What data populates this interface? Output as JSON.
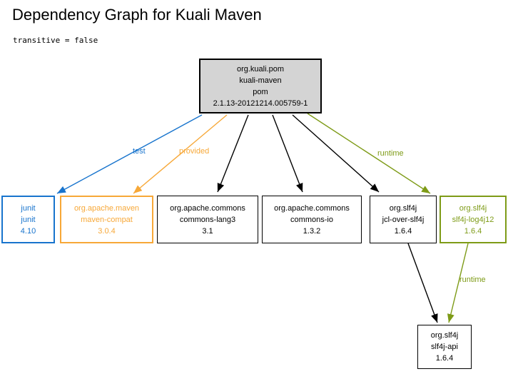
{
  "title": "Dependency Graph for Kuali Maven",
  "subtitle": "transitive = false",
  "colors": {
    "scope_test": "#1874cd",
    "scope_provided": "#f7a838",
    "scope_runtime": "#7e9b17",
    "scope_compile": "#000000",
    "root_fill": "#d4d4d4",
    "node_fill": "#ffffff",
    "text_default": "#000000"
  },
  "edge_labels": {
    "test": "test",
    "provided": "provided",
    "runtime_top": "runtime",
    "runtime_bottom": "runtime"
  },
  "nodes": {
    "root": {
      "lines": [
        "org.kuali.pom",
        "kuali-maven",
        "pom",
        "2.1.13-20121214.005759-1"
      ],
      "border_color": "#000000",
      "text_color": "#000000",
      "fill": "#d4d4d4"
    },
    "junit": {
      "lines": [
        "junit",
        "junit",
        "4.10"
      ],
      "border_color": "#1874cd",
      "text_color": "#1874cd",
      "fill": "#ffffff"
    },
    "maven_compat": {
      "lines": [
        "org.apache.maven",
        "maven-compat",
        "3.0.4"
      ],
      "border_color": "#f7a838",
      "text_color": "#f7a838",
      "fill": "#ffffff"
    },
    "commons_lang3": {
      "lines": [
        "org.apache.commons",
        "commons-lang3",
        "3.1"
      ],
      "border_color": "#000000",
      "text_color": "#000000",
      "fill": "#ffffff"
    },
    "commons_io": {
      "lines": [
        "org.apache.commons",
        "commons-io",
        "1.3.2"
      ],
      "border_color": "#000000",
      "text_color": "#000000",
      "fill": "#ffffff"
    },
    "jcl_over_slf4j": {
      "lines": [
        "org.slf4j",
        "jcl-over-slf4j",
        "1.6.4"
      ],
      "border_color": "#000000",
      "text_color": "#000000",
      "fill": "#ffffff"
    },
    "slf4j_log4j12": {
      "lines": [
        "org.slf4j",
        "slf4j-log4j12",
        "1.6.4"
      ],
      "border_color": "#7e9b17",
      "text_color": "#7e9b17",
      "fill": "#ffffff"
    },
    "slf4j_api": {
      "lines": [
        "org.slf4j",
        "slf4j-api",
        "1.6.4"
      ],
      "border_color": "#000000",
      "text_color": "#000000",
      "fill": "#ffffff"
    }
  }
}
